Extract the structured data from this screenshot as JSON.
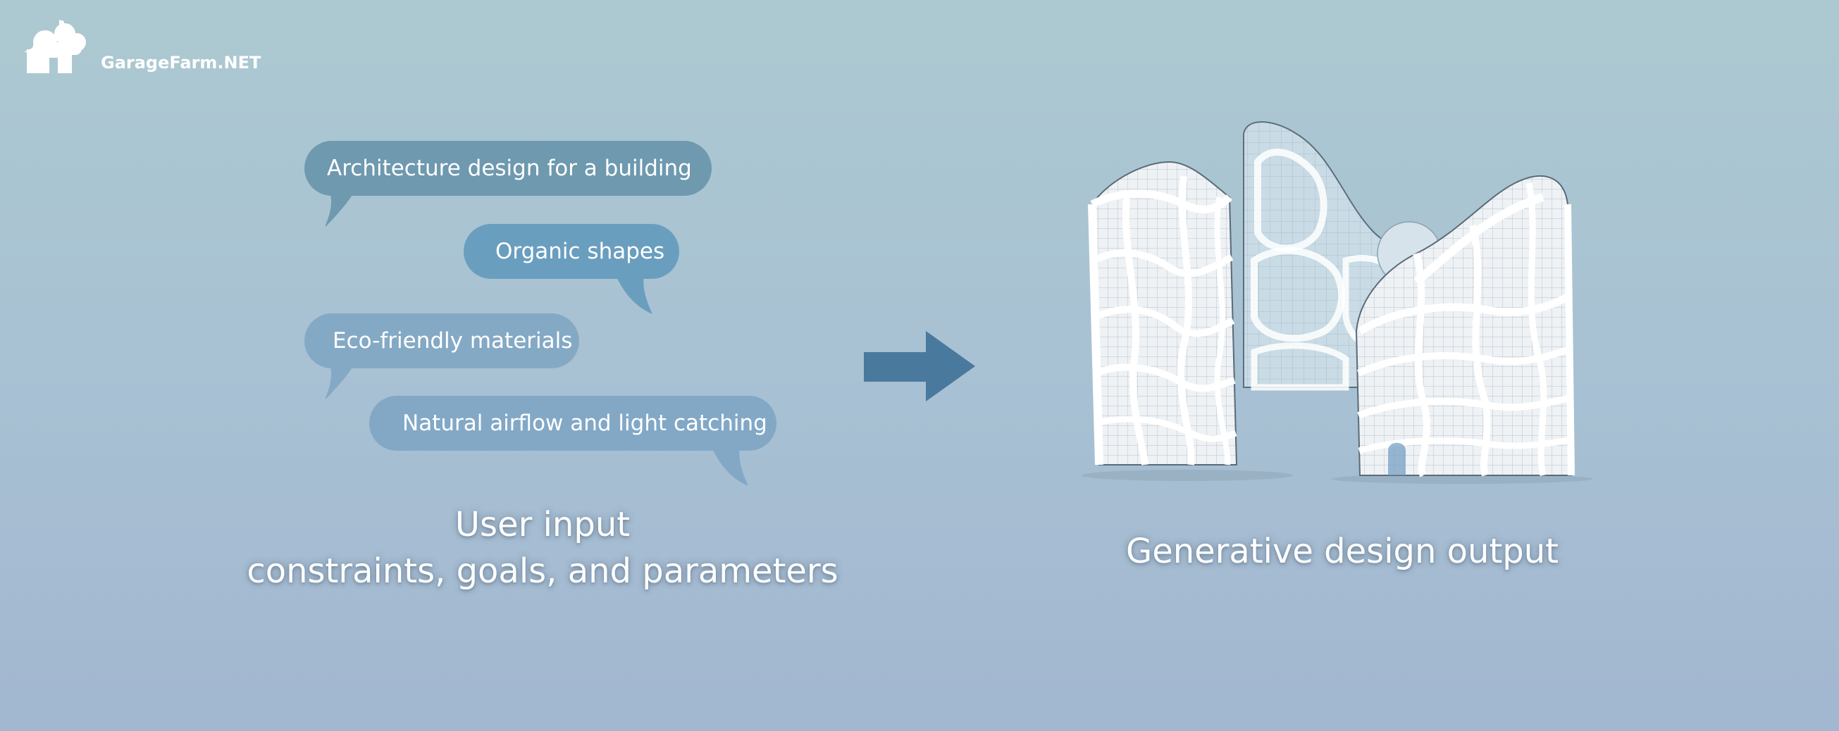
{
  "logo": {
    "text": "GarageFarm.NET",
    "icon": "cloud-farm-icon"
  },
  "input_prompts": [
    "Architecture design for a building",
    "Organic shapes",
    "Eco-friendly materials",
    "Natural airflow and light catching"
  ],
  "input_caption": {
    "line1": "User input",
    "line2": "constraints, goals, and parameters"
  },
  "output_caption": "Generative design output",
  "arrow_icon": "right-arrow-icon",
  "illustration": "organic-building-icon",
  "colors": {
    "bubble_1": "#6e99af",
    "bubble_2": "#6a9ebf",
    "bubble_3": "#84a9c5",
    "bubble_4": "#82a8c6",
    "arrow": "#4a799e",
    "text": "#ffffff"
  }
}
